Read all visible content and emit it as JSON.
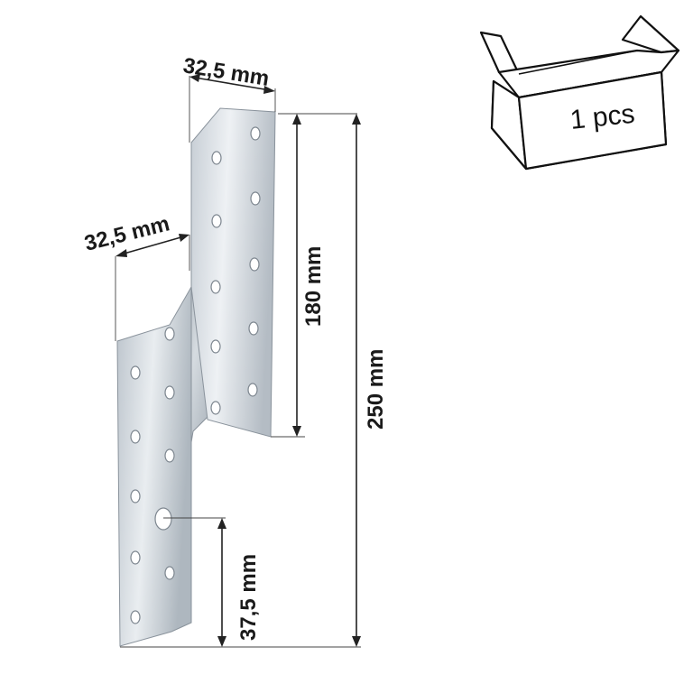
{
  "dimensions": {
    "top_width": "32,5 mm",
    "side_width": "32,5 mm",
    "upper_height": "180 mm",
    "total_height": "250 mm",
    "hole_height": "37,5 mm"
  },
  "package": {
    "quantity": "1 pcs",
    "icon": "cardboard-box-icon"
  },
  "colors": {
    "metal_light": "#e6eaee",
    "metal_mid": "#b7bfc7",
    "metal_dark": "#8f99a3",
    "line": "#222222"
  }
}
